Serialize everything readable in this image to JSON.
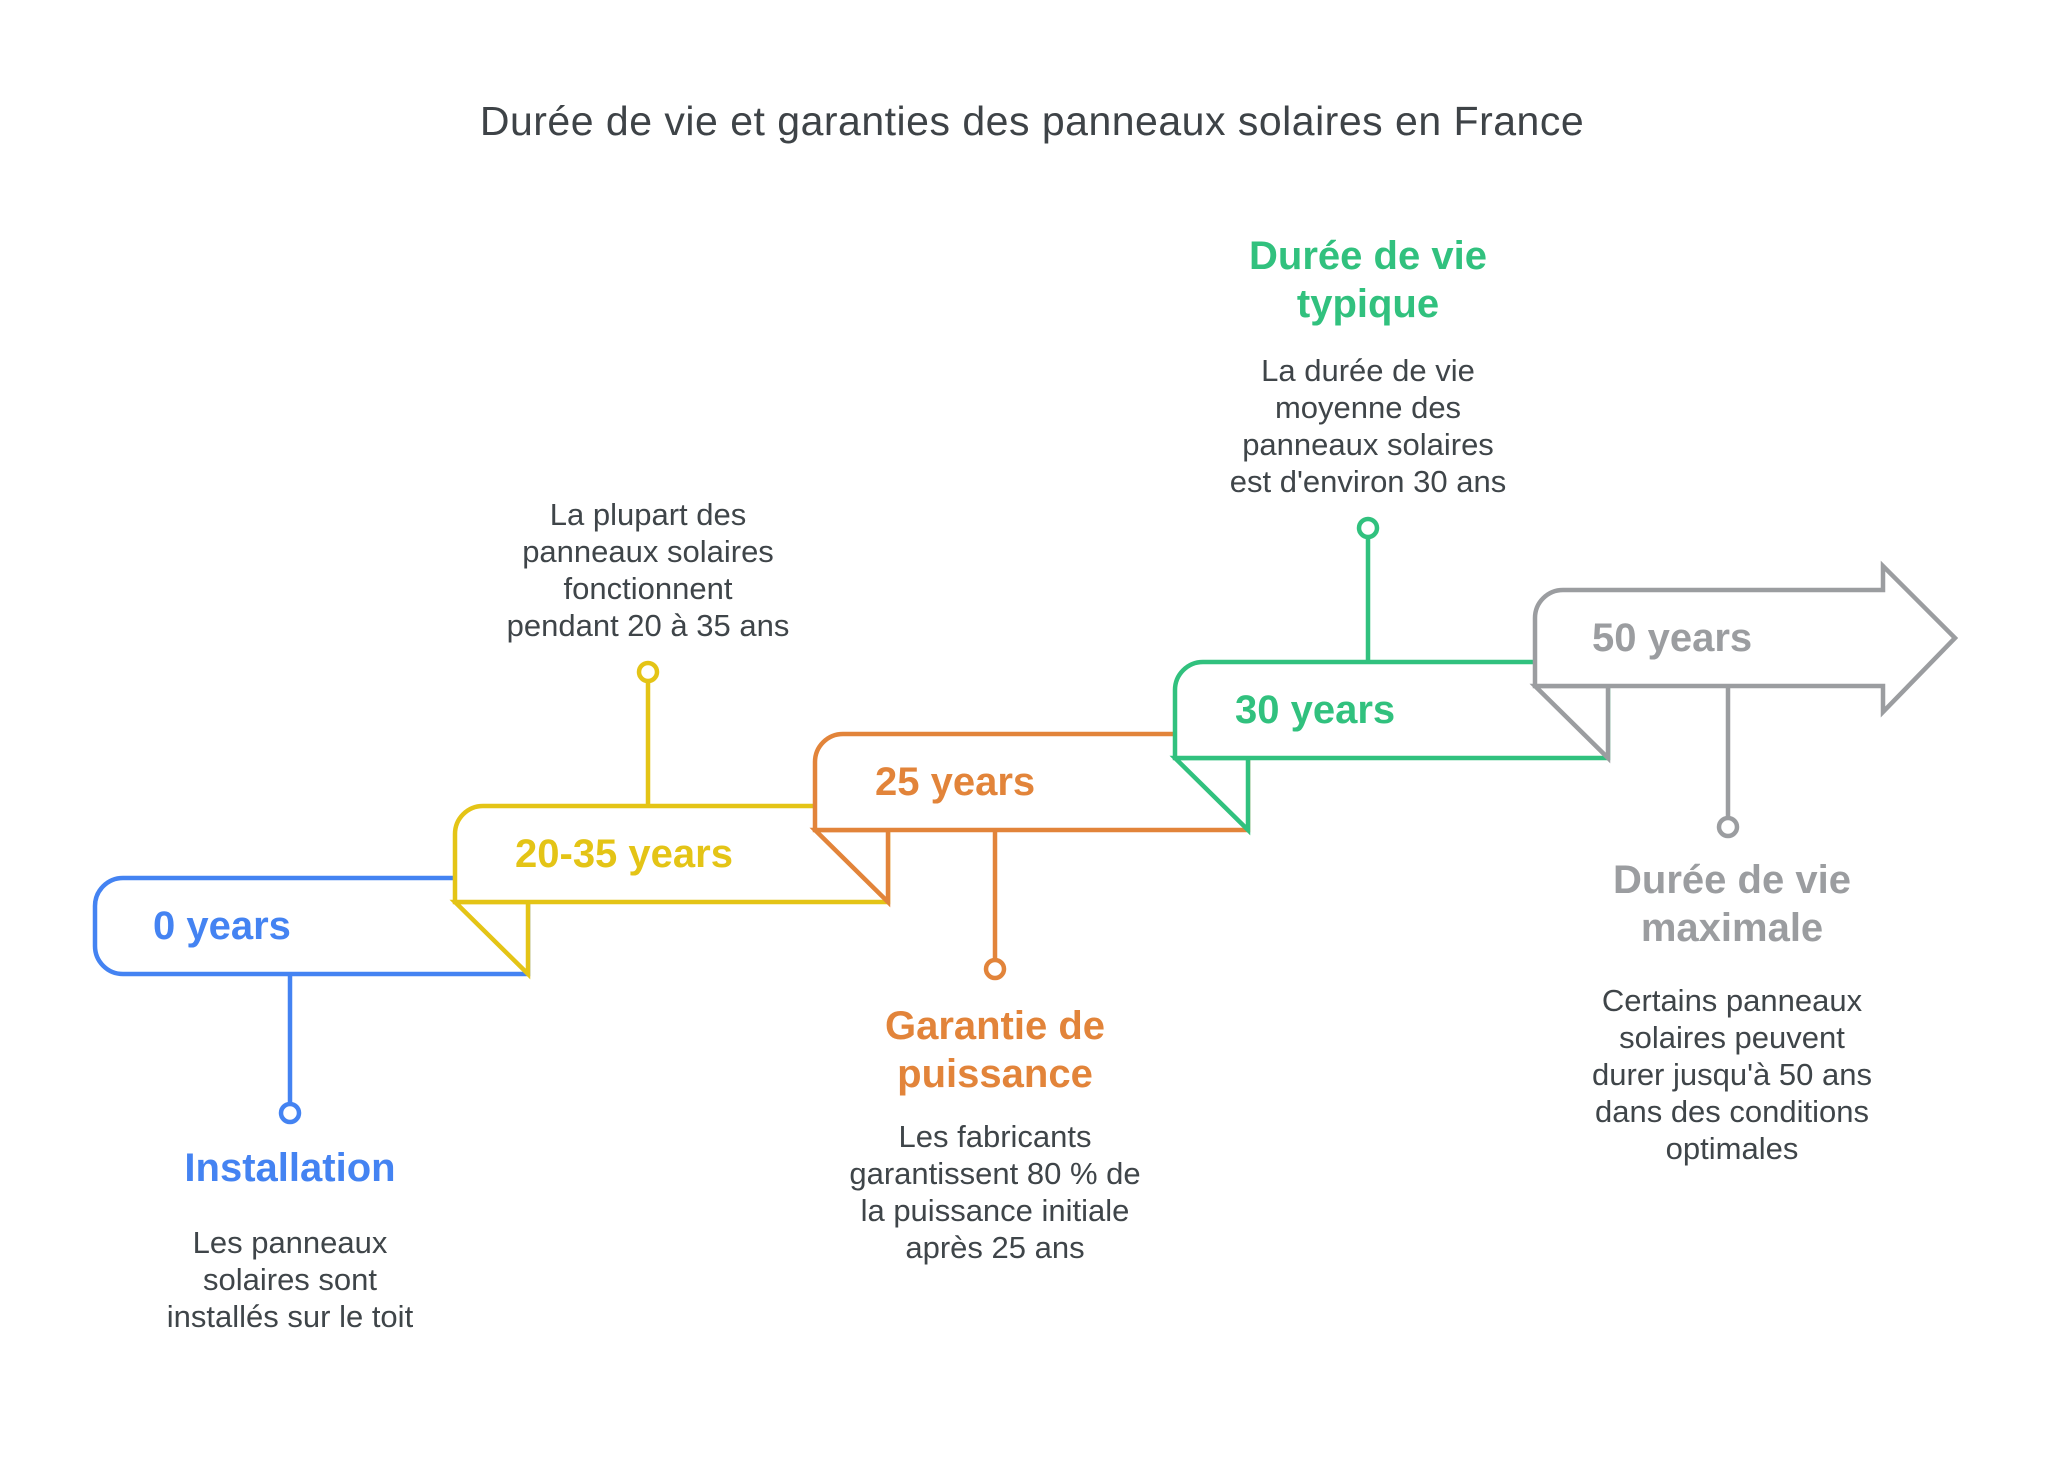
{
  "title": "Durée de vie et garanties des panneaux solaires en France",
  "text_color": "#3f4549",
  "steps": [
    {
      "label": "0 years",
      "heading": "Installation",
      "description": "Les panneaux\nsolaires sont\ninstallés sur le toit",
      "color": "#4483f2",
      "connector": "down"
    },
    {
      "label": "20-35 years",
      "heading": "",
      "description": "La plupart des\npanneaux solaires\nfonctionnent\npendant 20 à 35 ans",
      "color": "#e4c416",
      "connector": "up"
    },
    {
      "label": "25 years",
      "heading": "Garantie de\npuissance",
      "description": "Les fabricants\ngarantissent 80 % de\nla puissance initiale\naprès 25 ans",
      "color": "#e2843a",
      "connector": "down"
    },
    {
      "label": "30 years",
      "heading": "Durée de vie\ntypique",
      "description": "La durée de vie\nmoyenne des\npanneaux solaires\nest d'environ 30 ans",
      "color": "#31c17e",
      "connector": "up"
    },
    {
      "label": "50 years",
      "heading": "Durée de vie\nmaximale",
      "description": "Certains panneaux\nsolaires peuvent\ndurer jusqu'à 50 ans\ndans des conditions\noptimales",
      "color": "#9b9da0",
      "connector": "down"
    }
  ]
}
